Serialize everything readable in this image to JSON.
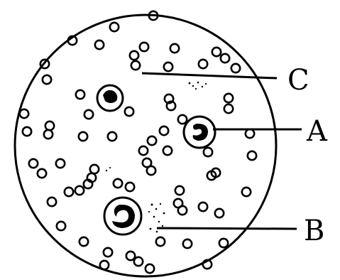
{
  "diagram": {
    "labels": {
      "c": "C",
      "a": "A",
      "b": "B"
    },
    "colors": {
      "ink": "#000000",
      "background": "#ffffff"
    }
  }
}
